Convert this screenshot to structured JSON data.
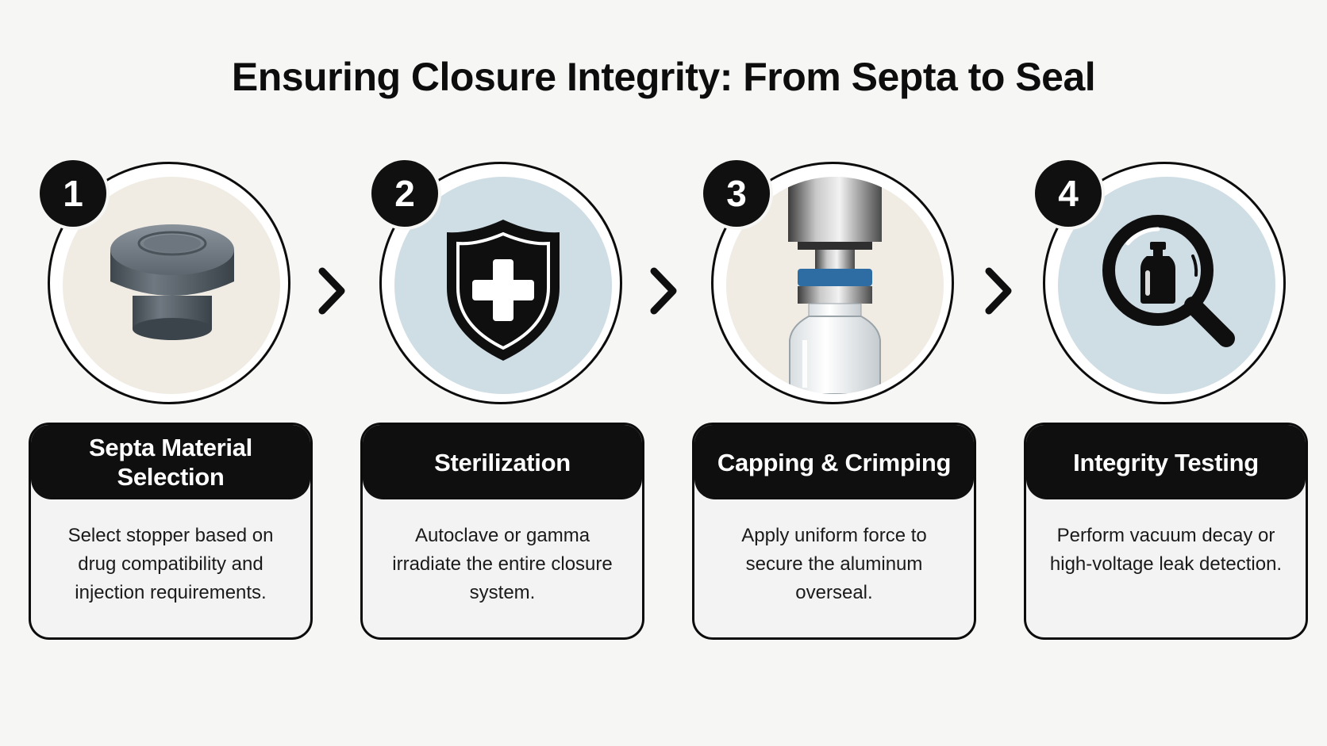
{
  "title": "Ensuring Closure Integrity: From Septa to Seal",
  "steps": [
    {
      "number": "1",
      "heading": "Septa Material Selection",
      "description": "Select stopper based on drug compatibility and injection requirements.",
      "icon": "rubber-stopper-icon",
      "background": "#f0ece4"
    },
    {
      "number": "2",
      "heading": "Sterilization",
      "description": "Autoclave or gamma irradiate the entire closure system.",
      "icon": "shield-plus-icon",
      "background": "#cfdde4"
    },
    {
      "number": "3",
      "heading": "Capping & Crimping",
      "description": "Apply uniform force to secure the aluminum overseal.",
      "icon": "crimping-vial-icon",
      "background": "#f0ece4"
    },
    {
      "number": "4",
      "heading": "Integrity Testing",
      "description": "Perform vacuum decay or high-voltage leak detection.",
      "icon": "magnifier-vial-icon",
      "background": "#cfdde4"
    }
  ],
  "colors": {
    "ink": "#0f0f0f",
    "page": "#f6f6f5",
    "card": "#f3f3f3",
    "beige": "#f0ece4",
    "blue": "#cfdde4",
    "cap_blue": "#2d6da4"
  }
}
